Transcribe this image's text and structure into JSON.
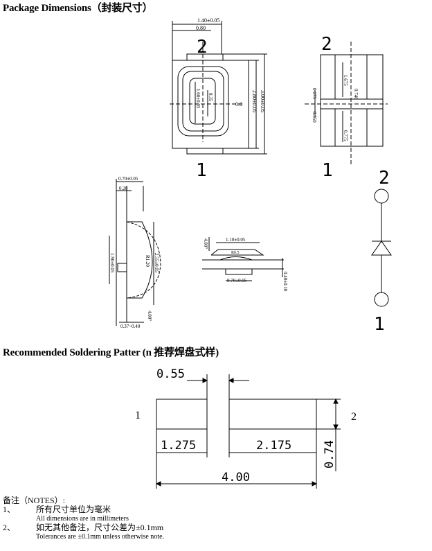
{
  "header": {
    "package_title": "Package Dimensions（封装尺寸）",
    "soldering_title": "Recommended Soldering Patter (n 推荐焊盘式样)"
  },
  "top_view": {
    "width_dim": "1.40±0.05",
    "inner_dim": "0.80",
    "height_dim": "2.80±0.05",
    "outer_height_dim": "3.00±0.05",
    "inner_w": "0.35",
    "inner_h": "1.60±0.05",
    "center": "0.0",
    "pin_top": "2",
    "pin_bottom": "1"
  },
  "bottom_view": {
    "pin_top": "2",
    "pin_bottom": "1",
    "d1": "1.675",
    "d2": "0.740",
    "d3": "0.175",
    "d4": "0.550",
    "d5": "0.775"
  },
  "side_view": {
    "top_w": "0.70±0.05",
    "top_inner": "0.20",
    "height": "2.55±0.05",
    "inner_h": "1.90±0.05",
    "radius": "R1.20",
    "angle": "4.00°",
    "bottom_w": "0.37~0.40"
  },
  "front_view": {
    "top_w": "1.10±0.05",
    "arc": "R0.5",
    "bottom_w": "0.70±0.05",
    "angle": "4.00°",
    "height": "0.40±0.10"
  },
  "schematic": {
    "pin_top": "2",
    "pin_bottom": "1"
  },
  "soldering": {
    "gap": "0.55",
    "pad1_label": "1",
    "pad2_label": "2",
    "pad1_w": "1.275",
    "pad2_w": "2.175",
    "pad_h": "0.74",
    "total_w": "4.00"
  },
  "notes": {
    "title": "备注（NOTES）:",
    "items": [
      {
        "num": "1、",
        "cn": "所有尺寸单位为毫米",
        "en": "All dimensions are in millimeters"
      },
      {
        "num": "2、",
        "cn": "如无其他备注，尺寸公差为±0.1mm",
        "en": "Tolerances are ±0.1mm unless otherwise note."
      }
    ]
  }
}
